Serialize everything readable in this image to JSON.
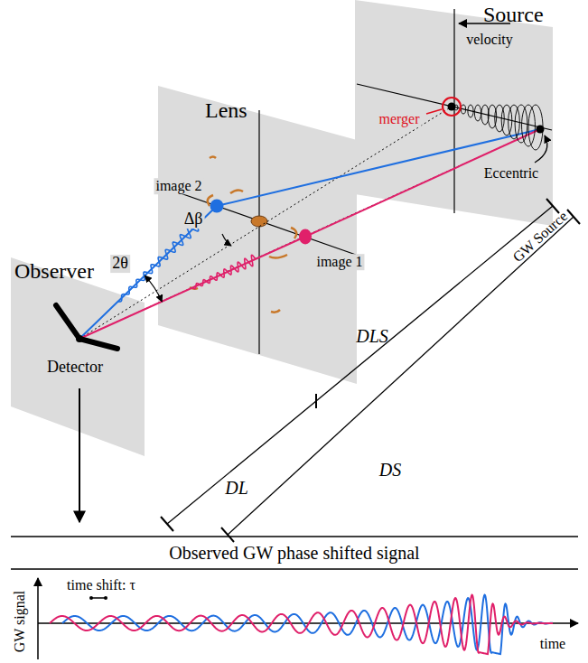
{
  "diagram": {
    "nodes": [
      {
        "text": [
          "Source"
        ]
      },
      {
        "text": [
          "Lens"
        ]
      },
      {
        "text": [
          "Observer",
          "Detector"
        ]
      }
    ],
    "labels": [
      "velocity",
      "merger",
      "Eccentric",
      "GW Source",
      "image 2",
      "image 1",
      "Δβ",
      "2θ",
      "DLS",
      "DL",
      "DS",
      "Observed GW phase shifted signal",
      "GW signal",
      "time shift: τ",
      "time"
    ]
  }
}
